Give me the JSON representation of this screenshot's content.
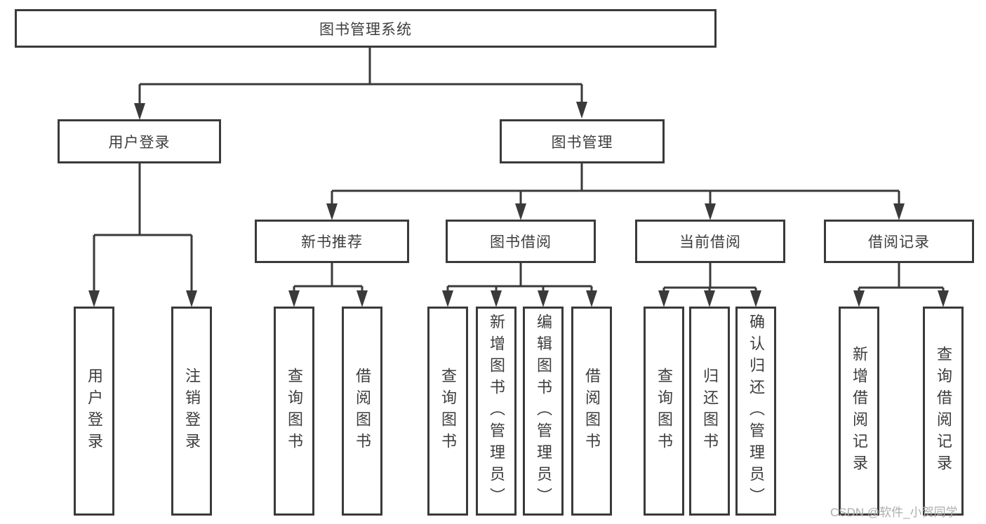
{
  "colors": {
    "background": "#ffffff",
    "line": "#3a3a3a",
    "box_border": "#3a3a3a",
    "box_fill": "#ffffff",
    "text": "#3d3d3d",
    "watermark": "#adadad"
  },
  "diagram": {
    "type": "hierarchy-tree",
    "root": {
      "label": "图书管理系统"
    },
    "level2": [
      {
        "label": "用户登录",
        "children": [
          {
            "label": "用户登录"
          },
          {
            "label": "注销登录"
          }
        ]
      },
      {
        "label": "图书管理",
        "children": [
          {
            "label": "新书推荐",
            "children": [
              {
                "label": "查询图书"
              },
              {
                "label": "借阅图书"
              }
            ]
          },
          {
            "label": "图书借阅",
            "children": [
              {
                "label": "查询图书"
              },
              {
                "label": "新增图书（管理员）"
              },
              {
                "label": "编辑图书（管理员）"
              },
              {
                "label": "借阅图书"
              }
            ]
          },
          {
            "label": "当前借阅",
            "children": [
              {
                "label": "查询图书"
              },
              {
                "label": "归还图书"
              },
              {
                "label": "确认归还（管理员）"
              }
            ]
          },
          {
            "label": "借阅记录",
            "children": [
              {
                "label": "新增借阅记录"
              },
              {
                "label": "查询借阅记录"
              }
            ]
          }
        ]
      }
    ]
  },
  "watermark": {
    "text": "CSDN @软件_小贺同学"
  }
}
